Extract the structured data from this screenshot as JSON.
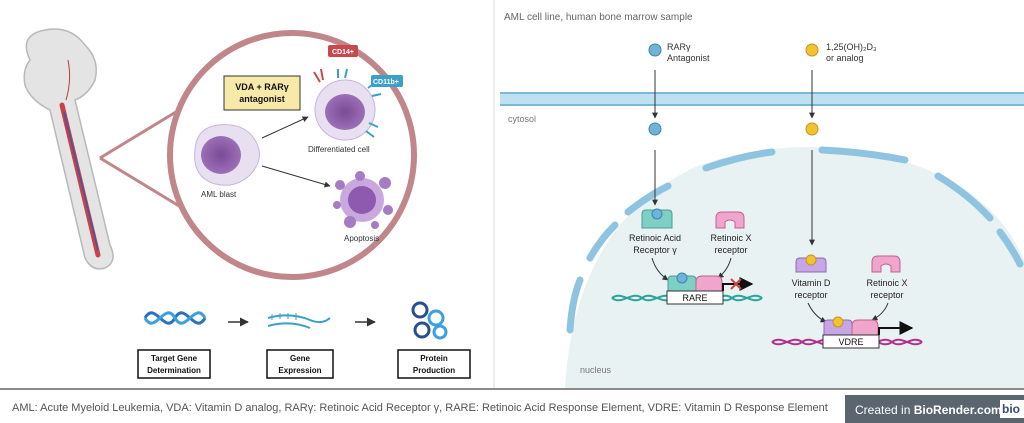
{
  "left_panel": {
    "treatment_label_line1": "VDA + RARγ",
    "treatment_label_line2": "antagonist",
    "marker_cd14": "CD14+",
    "marker_cd11b": "CD11b+",
    "differentiated_label": "Differentiated cell",
    "aml_blast_label": "AML blast",
    "apoptosis_label": "Apoptosis",
    "steps": [
      {
        "line1": "Target Gene",
        "line2": "Determination"
      },
      {
        "line1": "Gene",
        "line2": "Expression"
      },
      {
        "line1": "Protein",
        "line2": "Production"
      }
    ]
  },
  "right_panel": {
    "sample_title": "AML cell line, human bone marrow sample",
    "rar_ligand_line1": "RARγ",
    "rar_ligand_line2": "Antagonist",
    "vd_ligand_line1": "1,25(OH)₂D₃",
    "vd_ligand_line2": "or analog",
    "cytosol_label": "cytosol",
    "nucleus_label": "nucleus",
    "rar_receptor_line1": "Retinoic Acid",
    "rar_receptor_line2": "Receptor γ",
    "rxr_line1": "Retinoic X",
    "rxr_line2": "receptor",
    "rare_label": "RARE",
    "vdr_line1": "Vitamin D",
    "vdr_line2": "receptor",
    "rxr2_line1": "Retinoic X",
    "rxr2_line2": "receptor",
    "vdre_label": "VDRE"
  },
  "footer": {
    "abbreviations": "AML: Acute Myeloid Leukemia, VDA: Vitamin D analog, RARγ: Retinoic Acid Receptor γ, RARE: Retinoic Acid Response Element, VDRE: Vitamin D Response Element",
    "credit_prefix": "Created in ",
    "credit_brand": "BioRender.com",
    "credit_logo": "bio"
  },
  "colors": {
    "circle_border": "#c0868a",
    "cell_purple": "#9a6fb5",
    "membrane_blue": "#8fc4e0",
    "rar_teal": "#7ecfc4",
    "rxr_pink": "#f0a6cc",
    "vdr_purple": "#c7a6e6",
    "ligand_yellow": "#f2c230",
    "ligand_blue": "#6fb4d6",
    "dna_teal": "#2aa39a",
    "dna_magenta": "#b0308a",
    "block_red": "#d0444a"
  }
}
